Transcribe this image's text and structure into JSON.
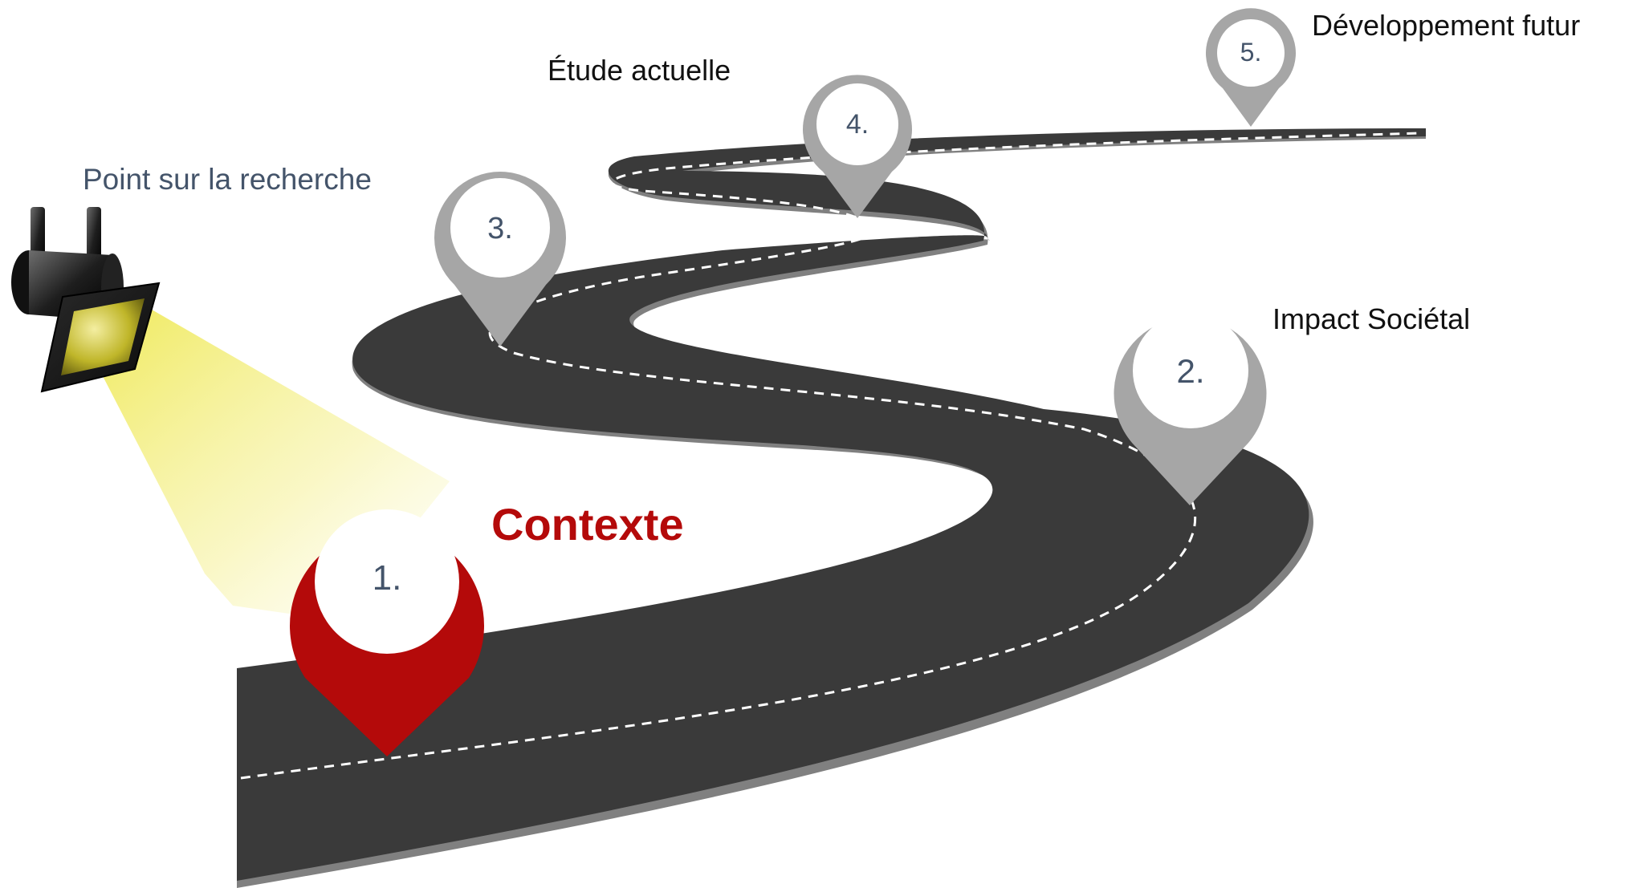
{
  "spotlight": {
    "label": "Point sur la recherche",
    "label_color": "#44546a"
  },
  "milestones": [
    {
      "number": "1.",
      "label": "Contexte",
      "active": true
    },
    {
      "number": "2.",
      "label": "Impact Sociétal",
      "active": false
    },
    {
      "number": "3.",
      "label": "Point sur la recherche",
      "active": false
    },
    {
      "number": "4.",
      "label": "Étude actuelle",
      "active": false
    },
    {
      "number": "5.",
      "label": "Développement futur",
      "active": false
    }
  ],
  "colors": {
    "road": "#3a3a3a",
    "road_edge": "#7f7f7f",
    "road_marking": "#ffffff",
    "pin_active": "#b40a0a",
    "pin_inactive": "#a6a6a6",
    "number_text": "#44546a",
    "label_text": "#111111",
    "active_label_text": "#b40a0a",
    "light_beam": "#f4ef6a"
  }
}
